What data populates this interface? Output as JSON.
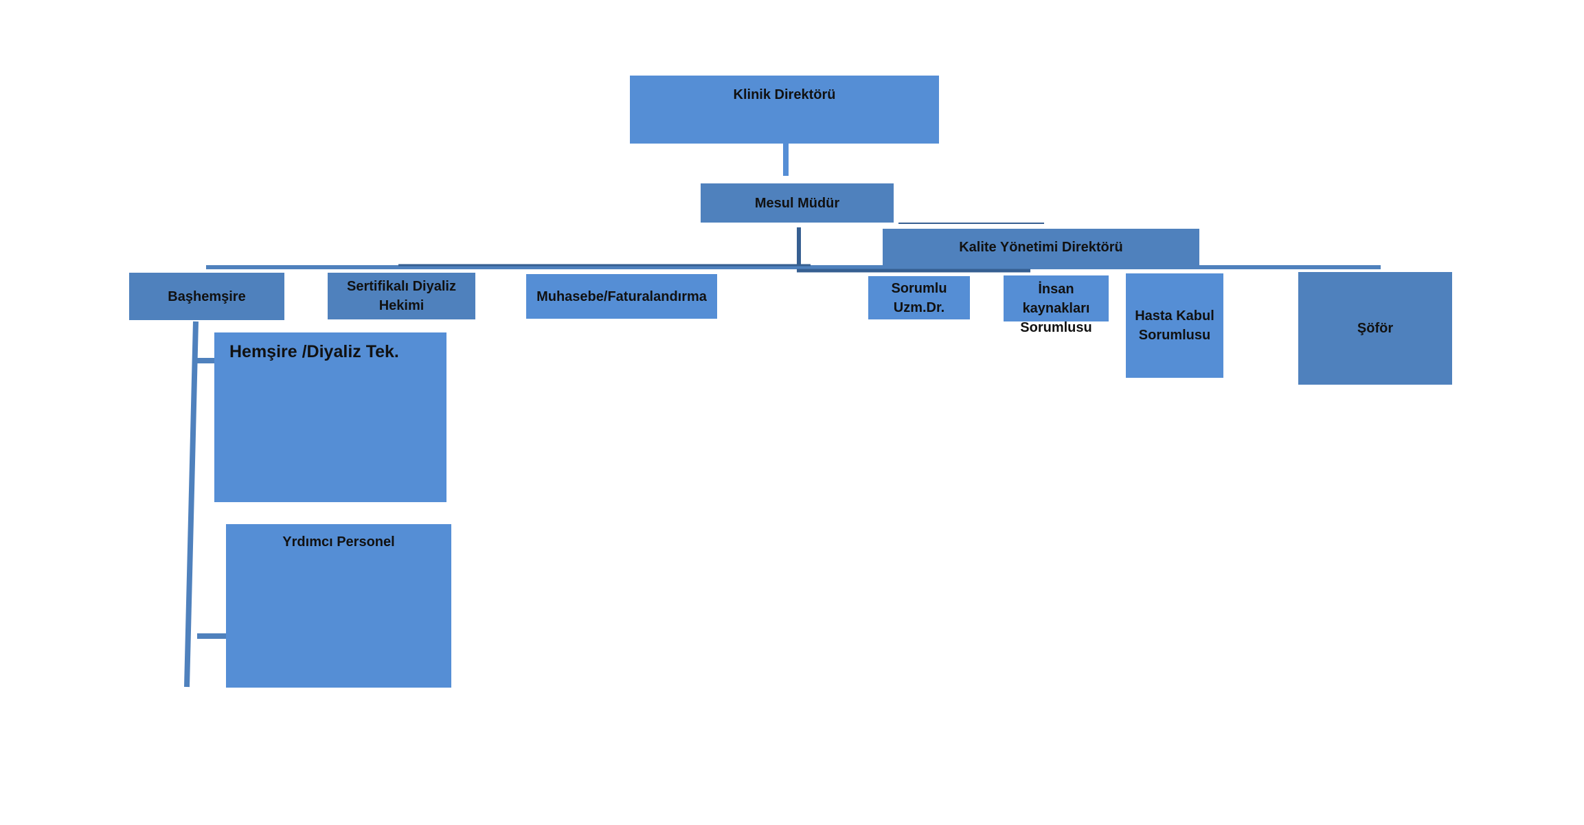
{
  "colors": {
    "box_light": "#558ed5",
    "box_dark": "#4f81bd",
    "connector_dark": "#365f91",
    "connector_mid": "#4f81bd",
    "connector_light": "#558ed5"
  },
  "org_chart": {
    "klinik_direktoru": "Klinik Direktörü",
    "mesul_mudur": "Mesul Müdür",
    "kalite_yonetimi_direktoru": "Kalite Yönetimi Direktörü",
    "bashemsire": "Başhemşire",
    "sertifikali_diyaliz_hekimi": "Sertifikalı Diyaliz Hekimi",
    "muhasebe_faturalandirma": "Muhasebe/Faturalandırma",
    "sorumlu_uzm_dr": "Sorumlu Uzm.Dr.",
    "insan_kaynaklari_sorumlusu": "İnsan kaynakları Sorumlusu",
    "hasta_kabul_sorumlusu": "Hasta Kabul Sorumlusu",
    "sofor": "Şöför",
    "hemsire_diyaliz_tek": "Hemşire /Diyaliz Tek.",
    "yardimci_personel": "Yrdımcı Personel"
  }
}
